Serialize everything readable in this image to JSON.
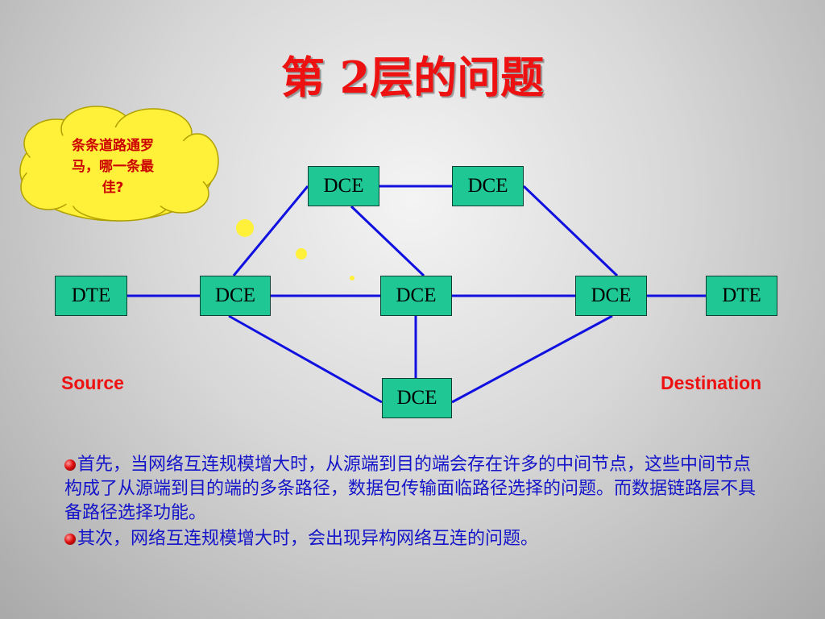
{
  "title": "第 2层的问题",
  "thought_bubble": {
    "text": "条条道路通罗马，哪一条最佳?",
    "lines": [
      "条条道路通罗",
      "马，哪一条最",
      "佳?"
    ]
  },
  "nodes": {
    "dte_left": "DTE",
    "dce_top_left": "DCE",
    "dce_top_right": "DCE",
    "dce_mid_left": "DCE",
    "dce_center": "DCE",
    "dce_mid_right": "DCE",
    "dte_right": "DTE",
    "dce_bottom": "DCE"
  },
  "labels": {
    "source": "Source",
    "destination": "Destination"
  },
  "paragraphs": [
    "首先，当网络互连规模增大时，从源端到目的端会存在许多的中间节点，这些中间节点构成了从源端到目的端的多条路径，数据包传输面临路径选择的问题。而数据链路层不具备路径选择功能。",
    "其次，网络互连规模增大时，会出现异构网络互连的问题。"
  ],
  "colors": {
    "title": "#ee1111",
    "node_fill": "#1fc795",
    "link": "#1010e0",
    "body_text": "#1414c8",
    "bubble_fill": "#fff03a",
    "label_text": "#ee1111"
  }
}
